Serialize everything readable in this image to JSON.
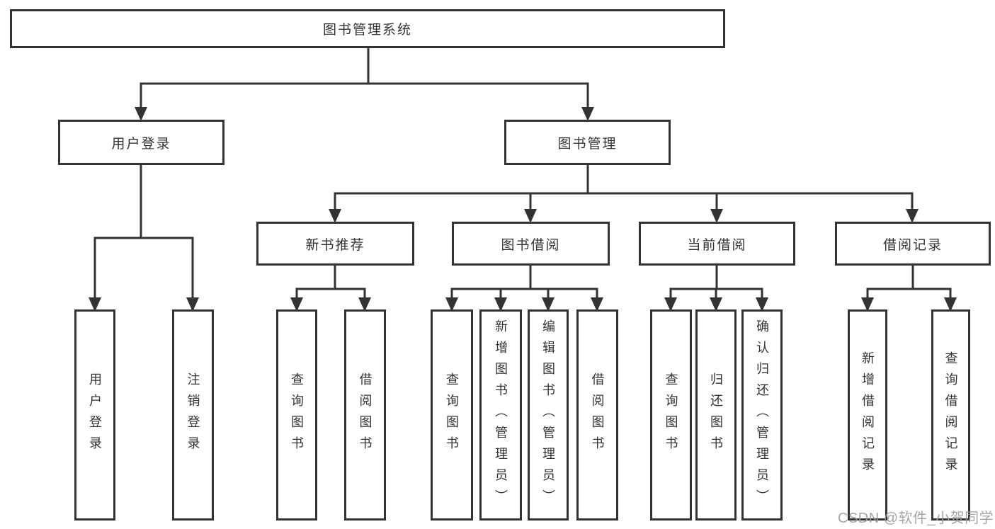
{
  "title": "图书管理系统",
  "tree": {
    "label": "图书管理系统",
    "children": [
      {
        "label": "用户登录",
        "children": [
          {
            "label": "用户登录"
          },
          {
            "label": "注销登录"
          }
        ]
      },
      {
        "label": "图书管理",
        "children": [
          {
            "label": "新书推荐",
            "children": [
              {
                "label": "查询图书"
              },
              {
                "label": "借阅图书"
              }
            ]
          },
          {
            "label": "图书借阅",
            "children": [
              {
                "label": "查询图书"
              },
              {
                "label": "新增图书（管理员）"
              },
              {
                "label": "编辑图书（管理员）"
              },
              {
                "label": "借阅图书"
              }
            ]
          },
          {
            "label": "当前借阅",
            "children": [
              {
                "label": "查询图书"
              },
              {
                "label": "归还图书"
              },
              {
                "label": "确认归还（管理员）"
              }
            ]
          },
          {
            "label": "借阅记录",
            "children": [
              {
                "label": "新增借阅记录"
              },
              {
                "label": "查询借阅记录"
              }
            ]
          }
        ]
      }
    ]
  },
  "watermark": "CSDN @软件_小贺同学",
  "colors": {
    "line": "#333333",
    "text": "#333333",
    "background": "#ffffff",
    "watermark": "#9e9e9e"
  }
}
